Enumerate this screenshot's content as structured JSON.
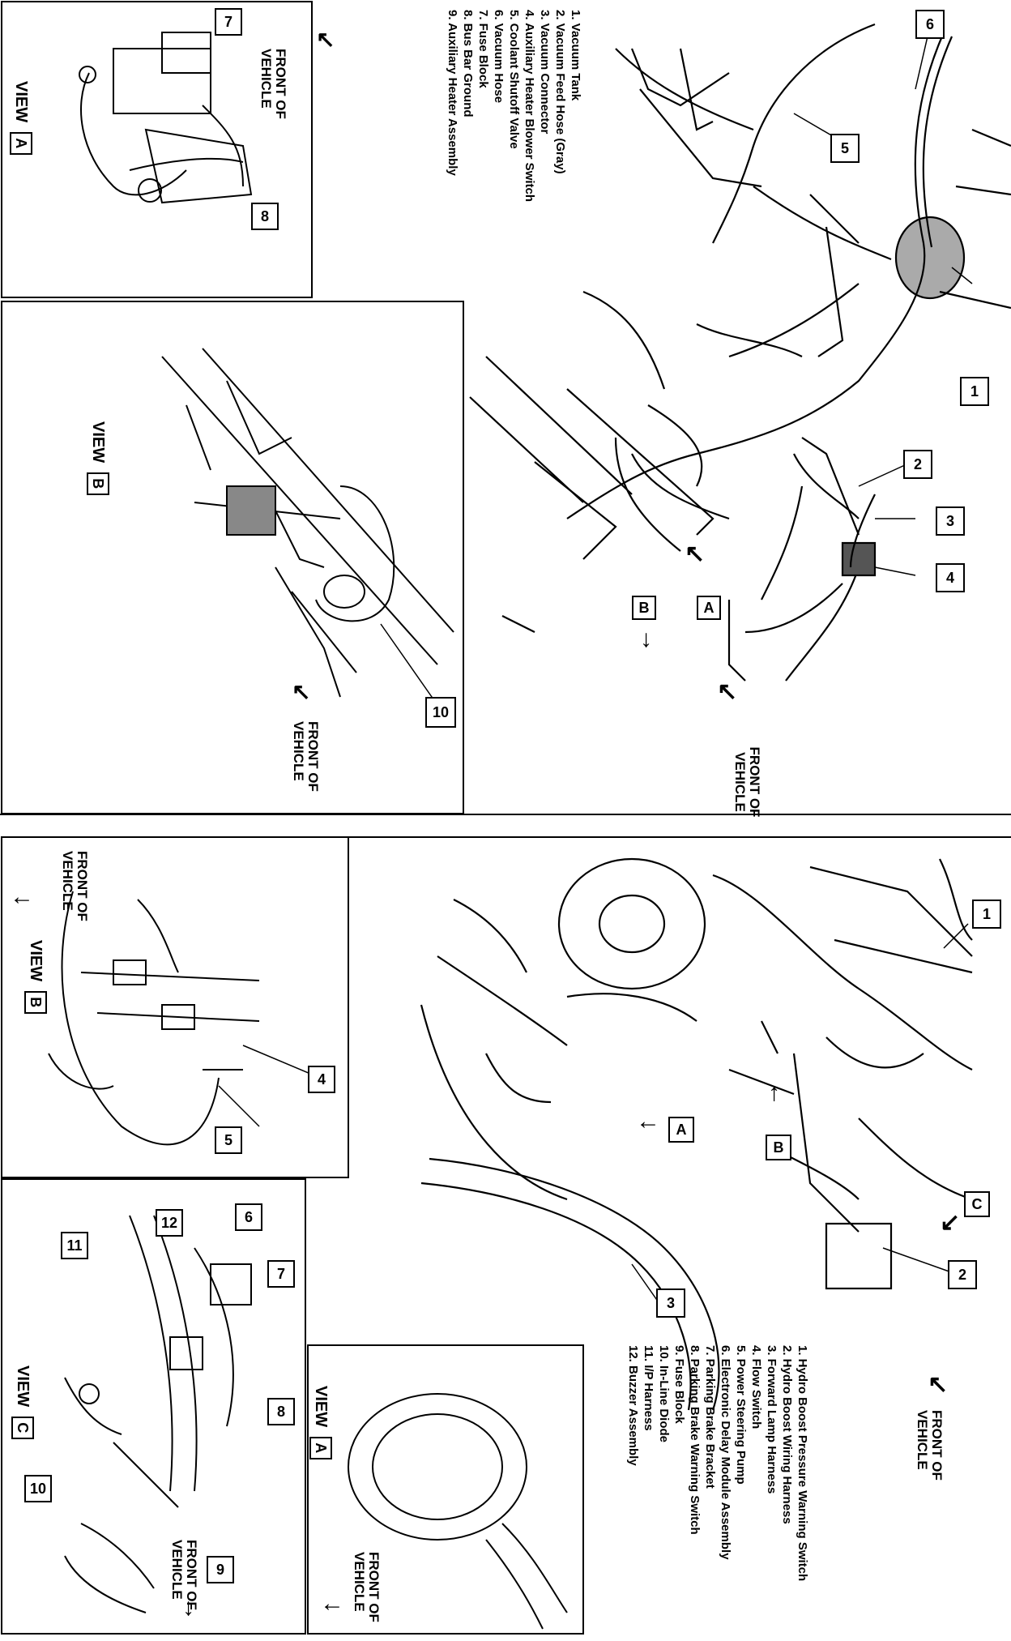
{
  "upper_diagram": {
    "legend": [
      "1.  Vacuum Tank",
      "2.  Vacuum Feed Hose (Gray)",
      "3.  Vacuum Connector",
      "4.  Auxiliary Heater Blower Switch",
      "5.  Coolant Shutoff Valve",
      "6.  Vacuum Hose",
      "7.  Fuse Block",
      "8.  Bus Bar Ground",
      "9.  Auxiliary Heater Assembly"
    ],
    "callouts": [
      "1",
      "2",
      "3",
      "4",
      "5",
      "6"
    ],
    "view_markers": [
      "A",
      "B"
    ],
    "front_label": "FRONT OF VEHICLE",
    "view_a": {
      "title": "VIEW",
      "letter": "A",
      "front_label": "FRONT OF VEHICLE",
      "callouts": [
        "7",
        "8"
      ]
    },
    "view_b": {
      "title": "VIEW",
      "letter": "B",
      "front_label": "FRONT OF VEHICLE",
      "callouts": [
        "10"
      ]
    }
  },
  "lower_diagram": {
    "legend": [
      "1.  Hydro Boost Pressure Warning Switch",
      "2.  Hydro Boost Wiring Harness",
      "3.  Forward Lamp Harness",
      "4.  Flow Switch",
      "5.  Power Steering Pump",
      "6.  Electronic Delay Module Assembly",
      "7.  Parking Brake Bracket",
      "8.  Parking Brake Warning Switch",
      "9.  Fuse Block",
      "10.  In-Line Diode",
      "11.  I/P Harness",
      "12.  Buzzer Assembly"
    ],
    "callouts": [
      "1",
      "2",
      "3"
    ],
    "view_markers": [
      "A",
      "B",
      "C"
    ],
    "front_label": "FRONT OF VEHICLE",
    "view_a": {
      "title": "VIEW",
      "letter": "A",
      "front_label": "FRONT OF VEHICLE"
    },
    "view_b": {
      "title": "VIEW",
      "letter": "B",
      "front_label": "FRONT OF VEHICLE",
      "callouts": [
        "4",
        "5"
      ]
    },
    "view_c": {
      "title": "VIEW",
      "letter": "C",
      "front_label": "FRONT OF VEHICLE",
      "callouts": [
        "6",
        "7",
        "8",
        "9",
        "10",
        "11",
        "12"
      ]
    }
  }
}
